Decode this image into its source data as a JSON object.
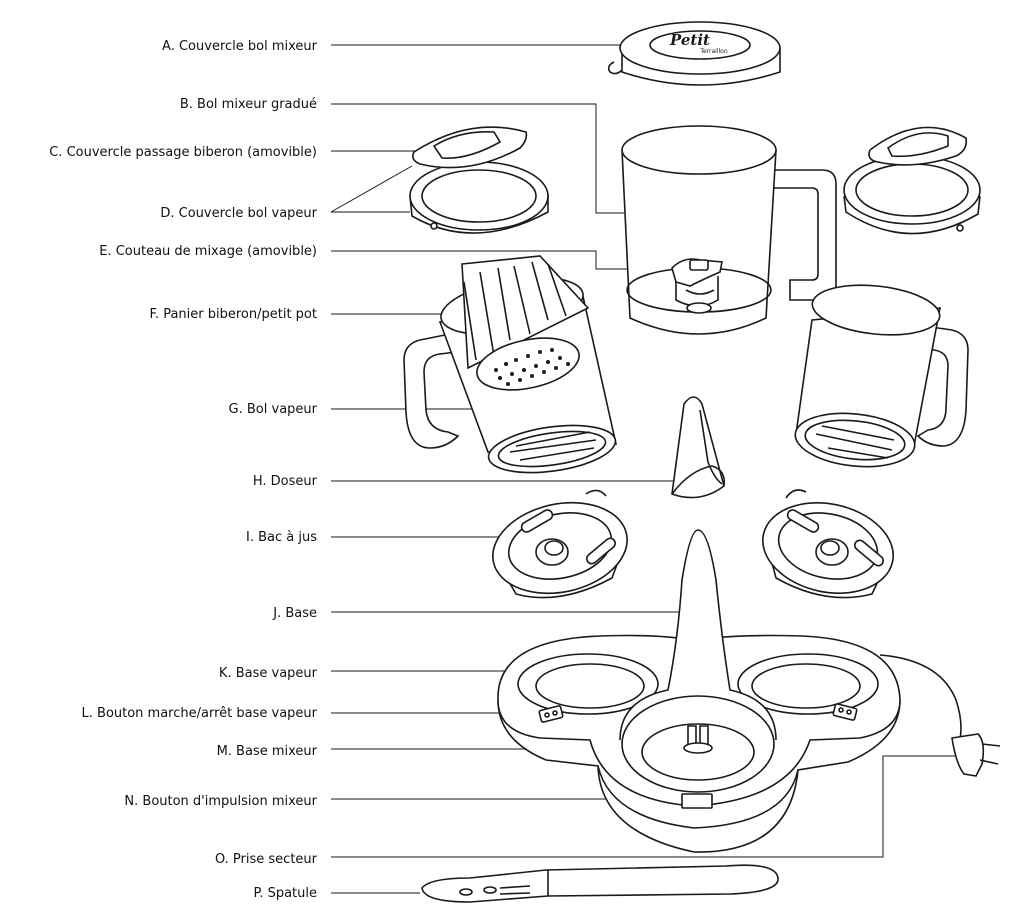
{
  "figure": {
    "logo_text": [
      "Petit",
      "Terraillon"
    ]
  },
  "labels": {
    "A": "A. Couvercle bol mixeur",
    "B": "B. Bol mixeur gradué",
    "C": "C. Couvercle passage biberon (amovible)",
    "D": "D. Couvercle bol vapeur",
    "E": "E. Couteau de mixage (amovible)",
    "F": "F. Panier biberon/petit pot",
    "G": "G. Bol vapeur",
    "H": "H. Doseur",
    "I": "I. Bac à jus",
    "J": "J. Base",
    "K": "K. Base vapeur",
    "L": "L. Bouton marche/arrêt base vapeur",
    "M": "M. Base mixeur",
    "N": "N. Bouton d'impulsion mixeur",
    "O": "O. Prise secteur",
    "P": "P. Spatule"
  },
  "colors": {
    "stroke": "#1a1a1a",
    "fill": "#ffffff",
    "text": "#111111"
  }
}
